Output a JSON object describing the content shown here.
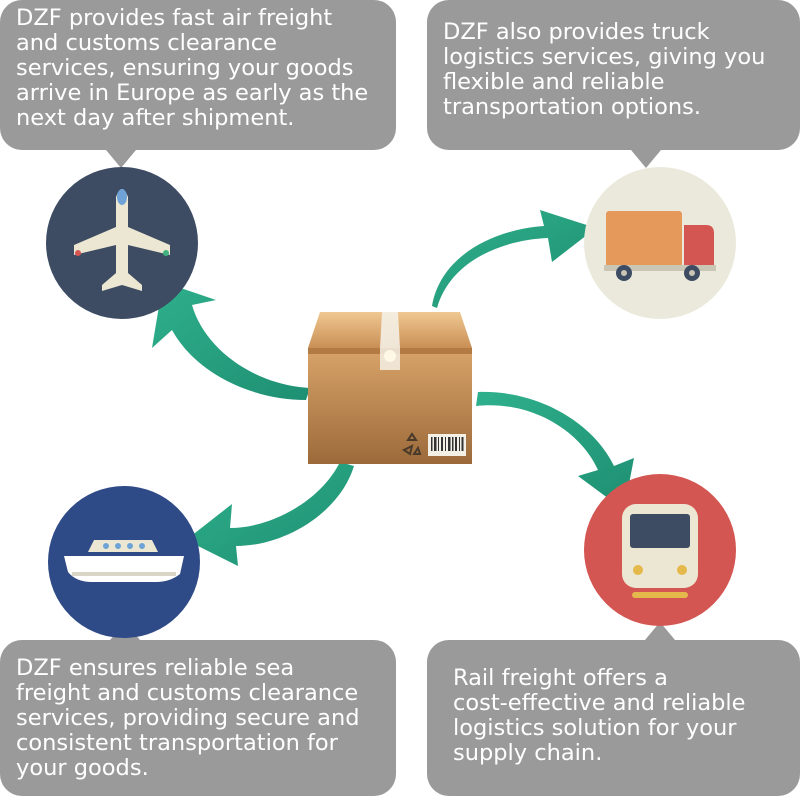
{
  "bubbles": {
    "air": {
      "lines": [
        "DZF provides fast air freight",
        "and customs clearance",
        "services, ensuring your goods",
        "arrive in Europe as early as the",
        "next day after shipment."
      ]
    },
    "truck": {
      "lines": [
        "DZF also provides truck",
        "logistics services, giving you",
        "flexible and reliable",
        "transportation options."
      ]
    },
    "sea": {
      "lines": [
        "DZF ensures reliable sea",
        "freight and customs clearance",
        "services, providing secure and",
        "consistent transportation for",
        "your goods."
      ]
    },
    "rail": {
      "lines": [
        "Rail freight offers a",
        "cost-effective and reliable",
        "logistics solution for your",
        "supply chain."
      ]
    }
  },
  "icons": {
    "air": "airplane-icon",
    "truck": "truck-icon",
    "sea": "ship-icon",
    "rail": "train-icon",
    "center": "cardboard-box-icon"
  },
  "colors": {
    "bubble": "#9a9a9a",
    "arrow": "#2aa583",
    "air_circle": "#3d4b63",
    "truck_circle": "#ebe9dc",
    "ship_circle": "#2f4b87",
    "train_circle": "#d45652"
  }
}
